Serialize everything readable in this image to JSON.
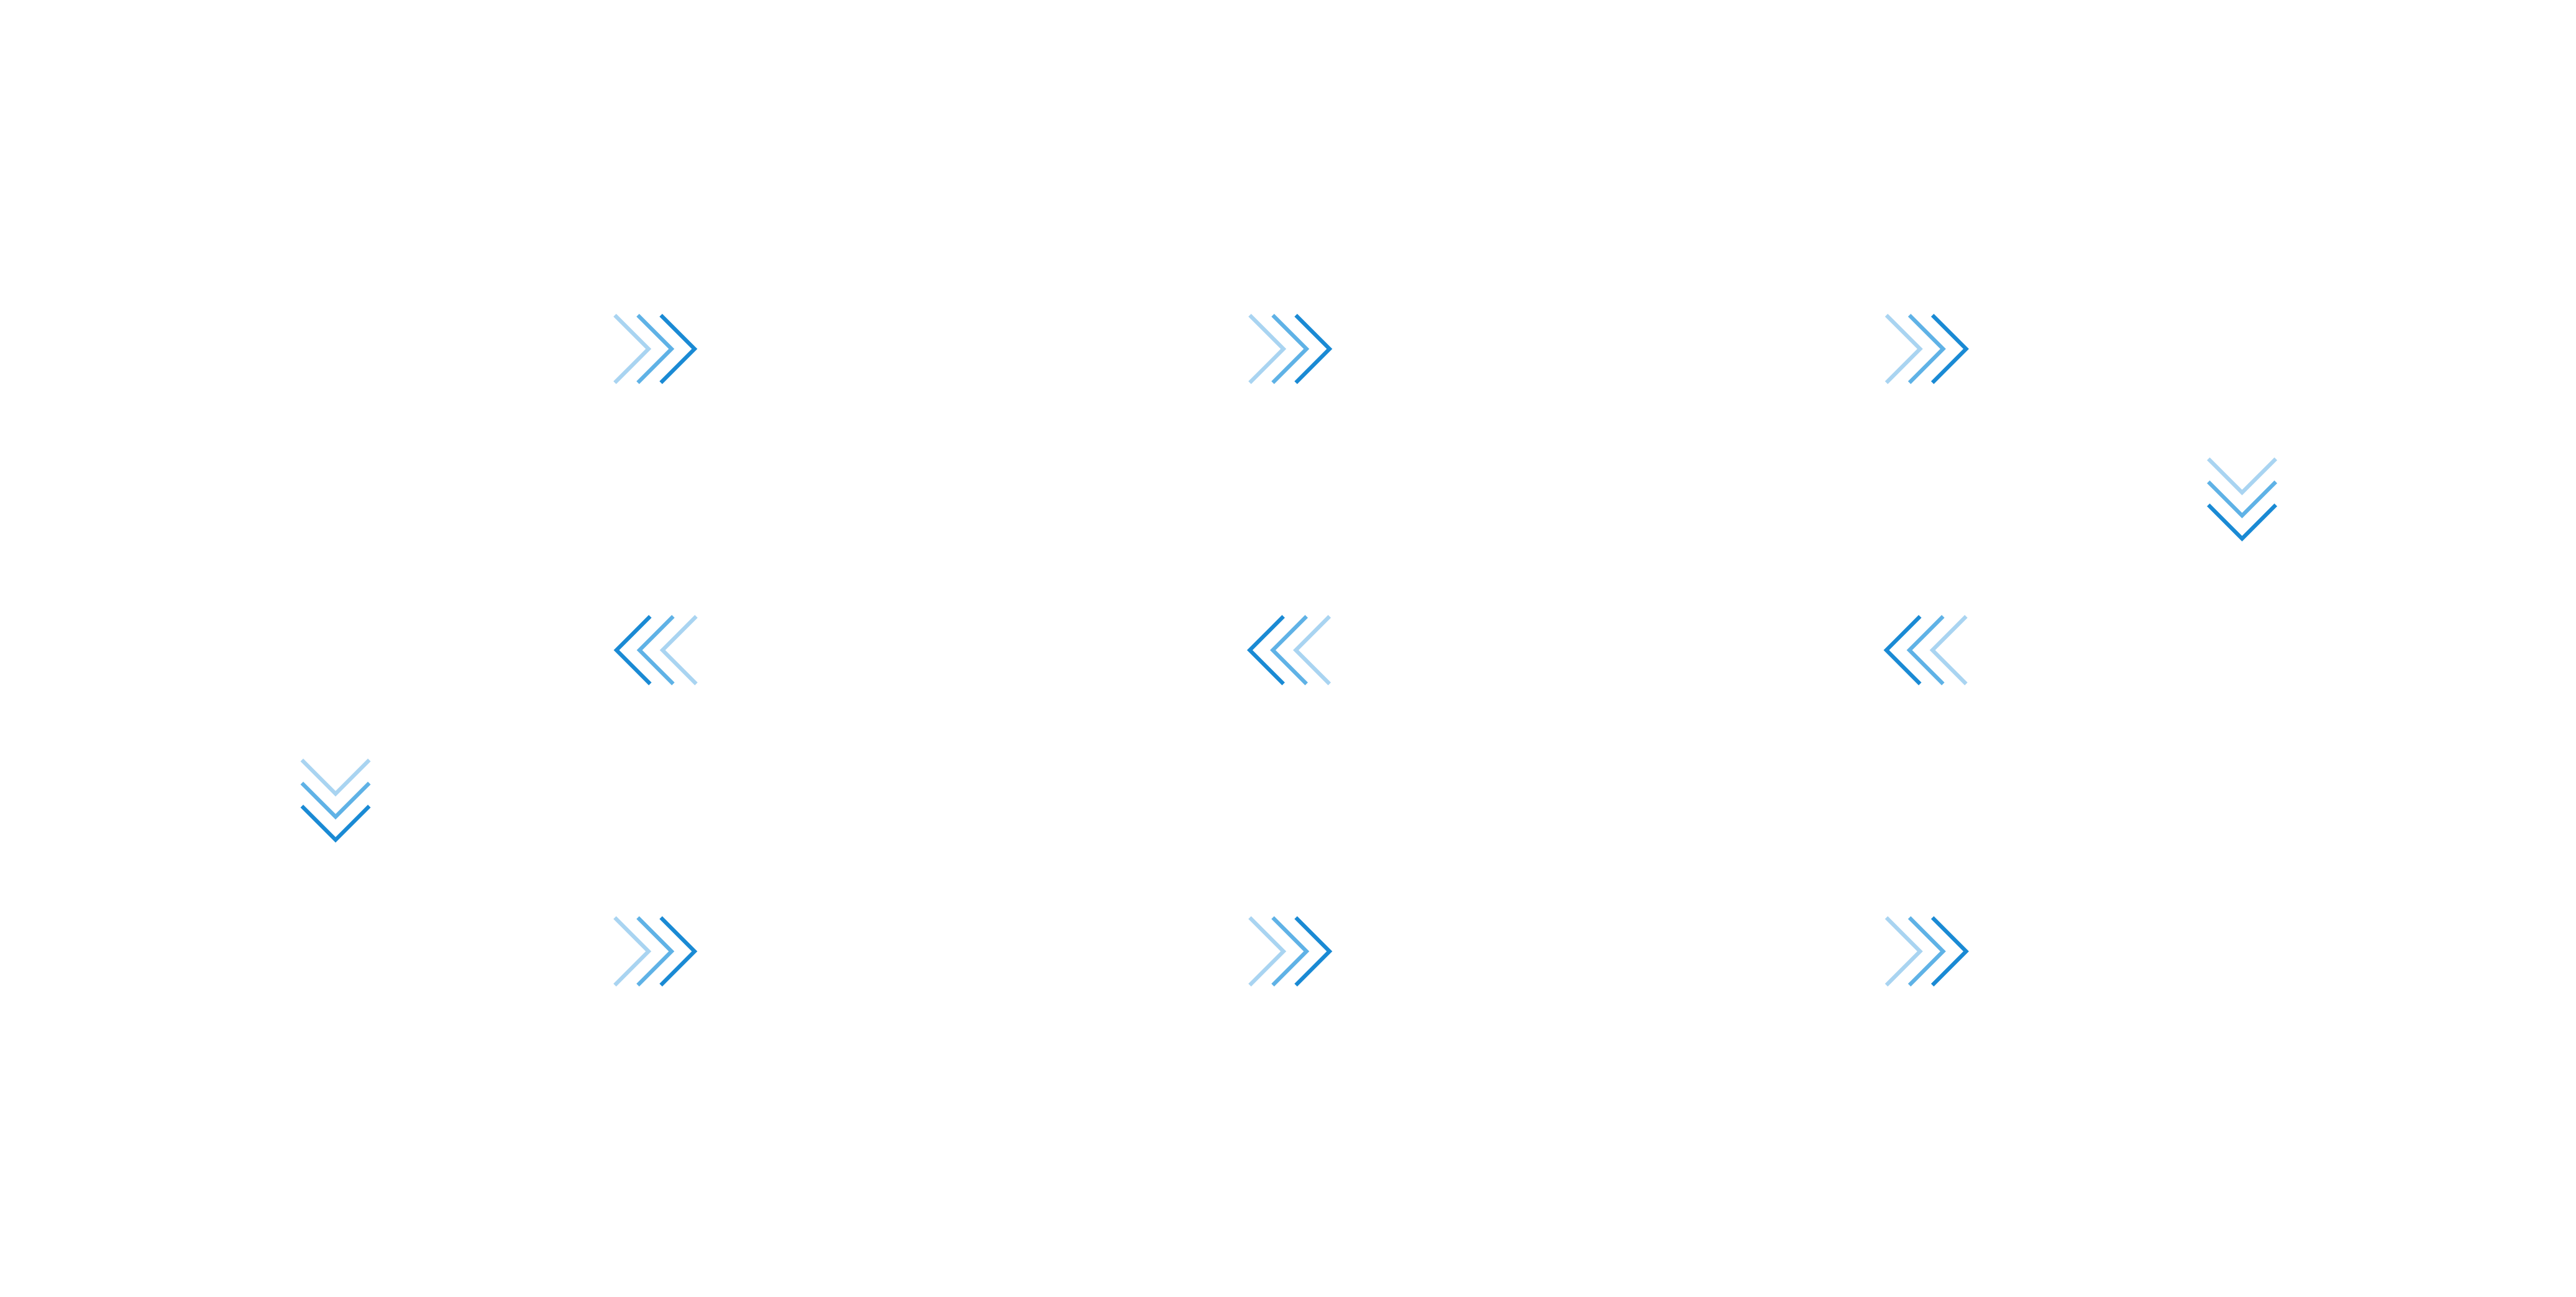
{
  "colors": {
    "background": "#ffffff",
    "chevron_dark": "#1a8ad4",
    "chevron_mid": "#5fb2e6",
    "chevron_light": "#a9d4f1"
  },
  "diagram": {
    "arrows": [
      {
        "name": "arrow-row1-col1",
        "direction": "right",
        "icon": "triple-chevron-right-icon"
      },
      {
        "name": "arrow-row1-col2",
        "direction": "right",
        "icon": "triple-chevron-right-icon"
      },
      {
        "name": "arrow-row1-col3",
        "direction": "right",
        "icon": "triple-chevron-right-icon"
      },
      {
        "name": "arrow-turn-down-right",
        "direction": "down",
        "icon": "triple-chevron-down-icon"
      },
      {
        "name": "arrow-row2-col1",
        "direction": "left",
        "icon": "triple-chevron-left-icon"
      },
      {
        "name": "arrow-row2-col2",
        "direction": "left",
        "icon": "triple-chevron-left-icon"
      },
      {
        "name": "arrow-row2-col3",
        "direction": "left",
        "icon": "triple-chevron-left-icon"
      },
      {
        "name": "arrow-turn-down-left",
        "direction": "down",
        "icon": "triple-chevron-down-icon"
      },
      {
        "name": "arrow-row3-col1",
        "direction": "right",
        "icon": "triple-chevron-right-icon"
      },
      {
        "name": "arrow-row3-col2",
        "direction": "right",
        "icon": "triple-chevron-right-icon"
      },
      {
        "name": "arrow-row3-col3",
        "direction": "right",
        "icon": "triple-chevron-right-icon"
      }
    ]
  }
}
